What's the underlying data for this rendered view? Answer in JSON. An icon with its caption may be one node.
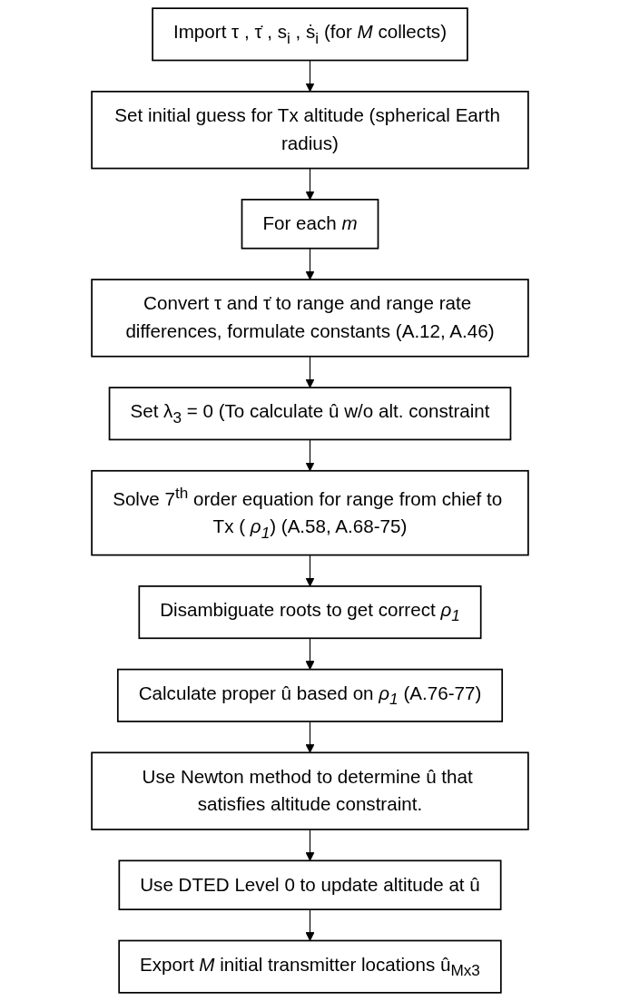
{
  "diagram": {
    "nodes": [
      {
        "text": [
          "Import τ , τ̇ , s$_{i}$ , ṡ$_{i}$ (for *M* collects)"
        ]
      },
      {
        "text": [
          "Set initial guess for Tx altitude (spherical Earth radius)"
        ]
      },
      {
        "text": [
          "For each *m*"
        ]
      },
      {
        "text": [
          "Convert τ and τ̇ to range and range rate differences, formulate constants (A.12, A.46)"
        ]
      },
      {
        "text": [
          "Set λ$_{3}$ = 0 (To calculate û w/o alt. constraint"
        ]
      },
      {
        "text": [
          "Solve 7$^{th}$ order equation for range from chief to Tx ( *ρ$_{1}$*) (A.58, A.68-75)"
        ]
      },
      {
        "text": [
          "Disambiguate roots to get correct *ρ$_{1}$*"
        ]
      },
      {
        "text": [
          "Calculate proper û based on *ρ$_{1}$* (A.76-77)"
        ]
      },
      {
        "text": [
          "Use Newton method to determine û that satisfies altitude constraint."
        ]
      },
      {
        "text": [
          "Use DTED Level 0 to update altitude at û"
        ]
      },
      {
        "text": [
          "Export *M* initial transmitter locations û$_{Mx3}$"
        ]
      }
    ],
    "edges": [
      {
        "from": 0,
        "to": 1,
        "arrow": "to"
      },
      {
        "from": 1,
        "to": 2,
        "arrow": "to"
      },
      {
        "from": 2,
        "to": 3,
        "arrow": "to"
      },
      {
        "from": 3,
        "to": 4,
        "arrow": "to"
      },
      {
        "from": 4,
        "to": 5,
        "arrow": "to"
      },
      {
        "from": 5,
        "to": 6,
        "arrow": "to"
      },
      {
        "from": 6,
        "to": 7,
        "arrow": "to"
      },
      {
        "from": 7,
        "to": 8,
        "arrow": "to"
      },
      {
        "from": 8,
        "to": 9,
        "arrow": "to"
      },
      {
        "from": 9,
        "to": 10,
        "arrow": "to"
      }
    ]
  }
}
